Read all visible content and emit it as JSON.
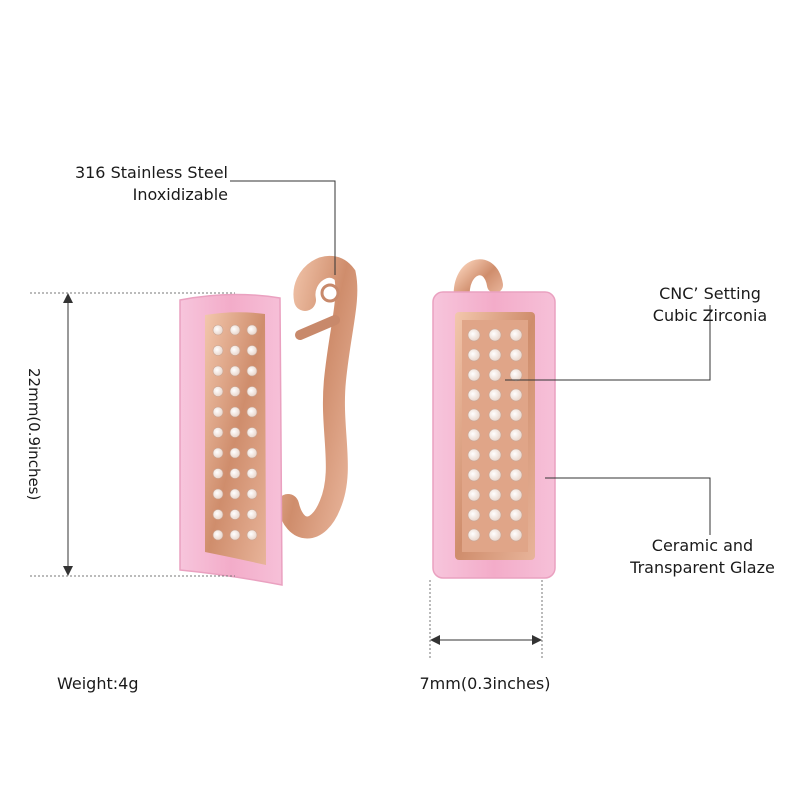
{
  "labels": {
    "material_line1": "316 Stainless Steel",
    "material_line2": "Inoxidizable",
    "setting_line1": "CNC’  Setting",
    "setting_line2": "Cubic Zirconia",
    "glaze_line1": "Ceramic and",
    "glaze_line2": "Transparent Glaze",
    "height_dimension": "22mm(0.9inches)",
    "width_dimension": "7mm(0.3inches)",
    "weight": "Weight:4g"
  },
  "colors": {
    "ceramic_pink": "#f4b6d2",
    "rose_gold": "#d79a7a",
    "rose_gold_dark": "#b9765a",
    "zirconia": "#fff6f0",
    "leader_line": "#333333",
    "dimension_dots": "#777777"
  },
  "zirconia_rows": 11
}
